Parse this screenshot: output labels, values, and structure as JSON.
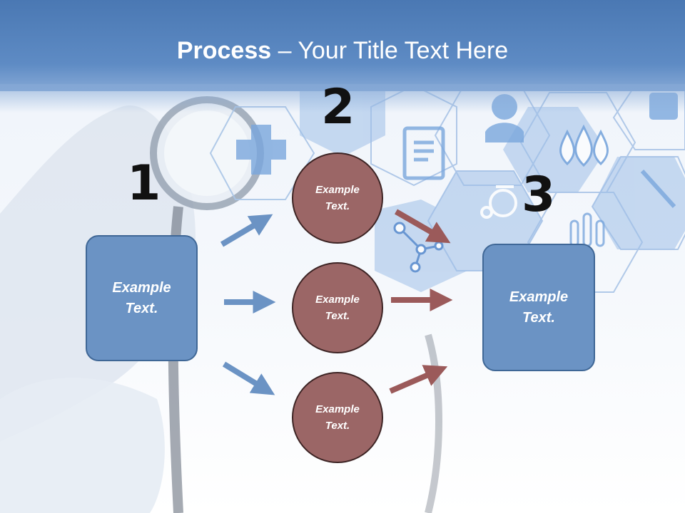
{
  "slide": {
    "title_strong": "Process",
    "title_rest": " – Your Title Text Here"
  },
  "steps": [
    {
      "number": "1"
    },
    {
      "number": "2"
    },
    {
      "number": "3"
    }
  ],
  "left_box": {
    "line1": "Example",
    "line2": "Text."
  },
  "right_box": {
    "line1": "Example",
    "line2": "Text."
  },
  "circles": [
    {
      "line1": "Example",
      "line2": "Text."
    },
    {
      "line1": "Example",
      "line2": "Text."
    },
    {
      "line1": "Example",
      "line2": "Text."
    }
  ],
  "colors": {
    "header_blue": "#5e8bc4",
    "box_blue": "#6b93c4",
    "circle_brown": "#9b6666",
    "arrow_blue": "#6b93c4",
    "arrow_brown": "#9b5a5a"
  },
  "background_icons": [
    "magnifier-icon",
    "medical-cross-icon",
    "clipboard-icon",
    "doctor-icon",
    "drops-icon",
    "molecule-icon",
    "wheelchair-icon",
    "test-tubes-icon",
    "syringe-icon",
    "first-aid-icon"
  ]
}
